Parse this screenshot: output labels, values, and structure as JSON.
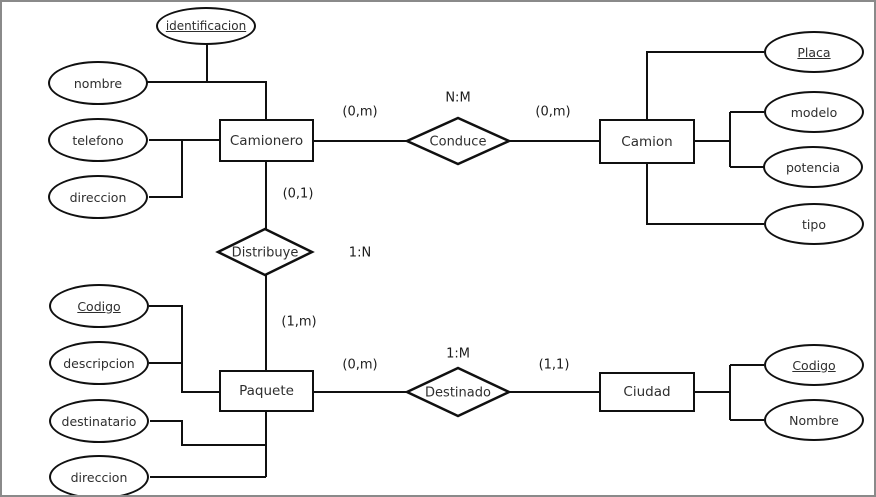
{
  "diagram_type": "entity-relationship",
  "colors": {
    "line": "#101010",
    "background": "#ffffff",
    "frame": "#8a8a8a",
    "text": "#2e2e2e"
  },
  "entities": {
    "camionero": {
      "label": "Camionero"
    },
    "camion": {
      "label": "Camion"
    },
    "paquete": {
      "label": "Paquete"
    },
    "ciudad": {
      "label": "Ciudad"
    }
  },
  "relationships": {
    "conduce": {
      "label": "Conduce",
      "ratio": "N:M",
      "cards": [
        "(0,m)",
        "(0,m)"
      ],
      "between": [
        "Camionero",
        "Camion"
      ]
    },
    "distribuye": {
      "label": "Distribuye",
      "ratio": "1:N",
      "cards": [
        "(0,1)",
        "(1,m)"
      ],
      "between": [
        "Camionero",
        "Paquete"
      ]
    },
    "destinado": {
      "label": "Destinado",
      "ratio": "1:M",
      "cards": [
        "(0,m)",
        "(1,1)"
      ],
      "between": [
        "Paquete",
        "Ciudad"
      ]
    }
  },
  "attributes": {
    "identificacion": {
      "label": "identificacion",
      "entity": "Camionero",
      "key": true
    },
    "nombre": {
      "label": "nombre",
      "entity": "Camionero",
      "key": false
    },
    "telefono": {
      "label": "telefono",
      "entity": "Camionero",
      "key": false
    },
    "direccion_camionero": {
      "label": "direccion",
      "entity": "Camionero",
      "key": false
    },
    "placa": {
      "label": "Placa",
      "entity": "Camion",
      "key": true
    },
    "modelo": {
      "label": "modelo",
      "entity": "Camion",
      "key": false
    },
    "potencia": {
      "label": "potencia",
      "entity": "Camion",
      "key": false
    },
    "tipo": {
      "label": "tipo",
      "entity": "Camion",
      "key": false
    },
    "codigo_paquete": {
      "label": "Codigo",
      "entity": "Paquete",
      "key": true
    },
    "descripcion": {
      "label": "descripcion",
      "entity": "Paquete",
      "key": false
    },
    "destinatario": {
      "label": "destinatario",
      "entity": "Paquete",
      "key": false
    },
    "direccion_paquete": {
      "label": "direccion",
      "entity": "Paquete",
      "key": false
    },
    "codigo_ciudad": {
      "label": "Codigo",
      "entity": "Ciudad",
      "key": true
    },
    "nombre_ciudad": {
      "label": "Nombre",
      "entity": "Ciudad",
      "key": false
    }
  }
}
